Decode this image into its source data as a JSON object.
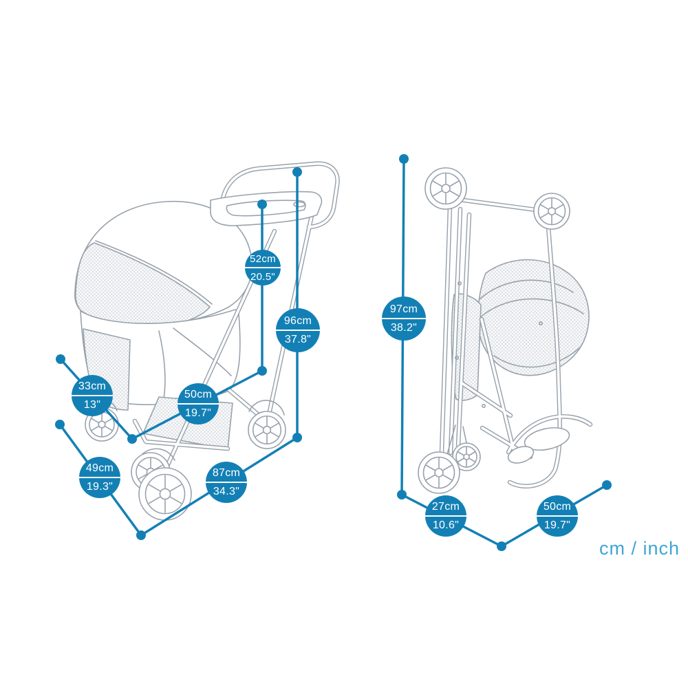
{
  "unit_label": "cm / inch",
  "colors": {
    "accent": "#1380b5",
    "unit_text": "#3fa5d6",
    "art": "#98a2ac"
  },
  "badges": [
    {
      "cm": "52cm",
      "inch": "20.5\""
    },
    {
      "cm": "96cm",
      "inch": "37.8\""
    },
    {
      "cm": "33cm",
      "inch": "13\""
    },
    {
      "cm": "50cm",
      "inch": "19.7\""
    },
    {
      "cm": "49cm",
      "inch": "19.3\""
    },
    {
      "cm": "87cm",
      "inch": "34.3\""
    },
    {
      "cm": "97cm",
      "inch": "38.2\""
    },
    {
      "cm": "27cm",
      "inch": "10.6\""
    },
    {
      "cm": "50cm",
      "inch": "19.7\""
    }
  ]
}
